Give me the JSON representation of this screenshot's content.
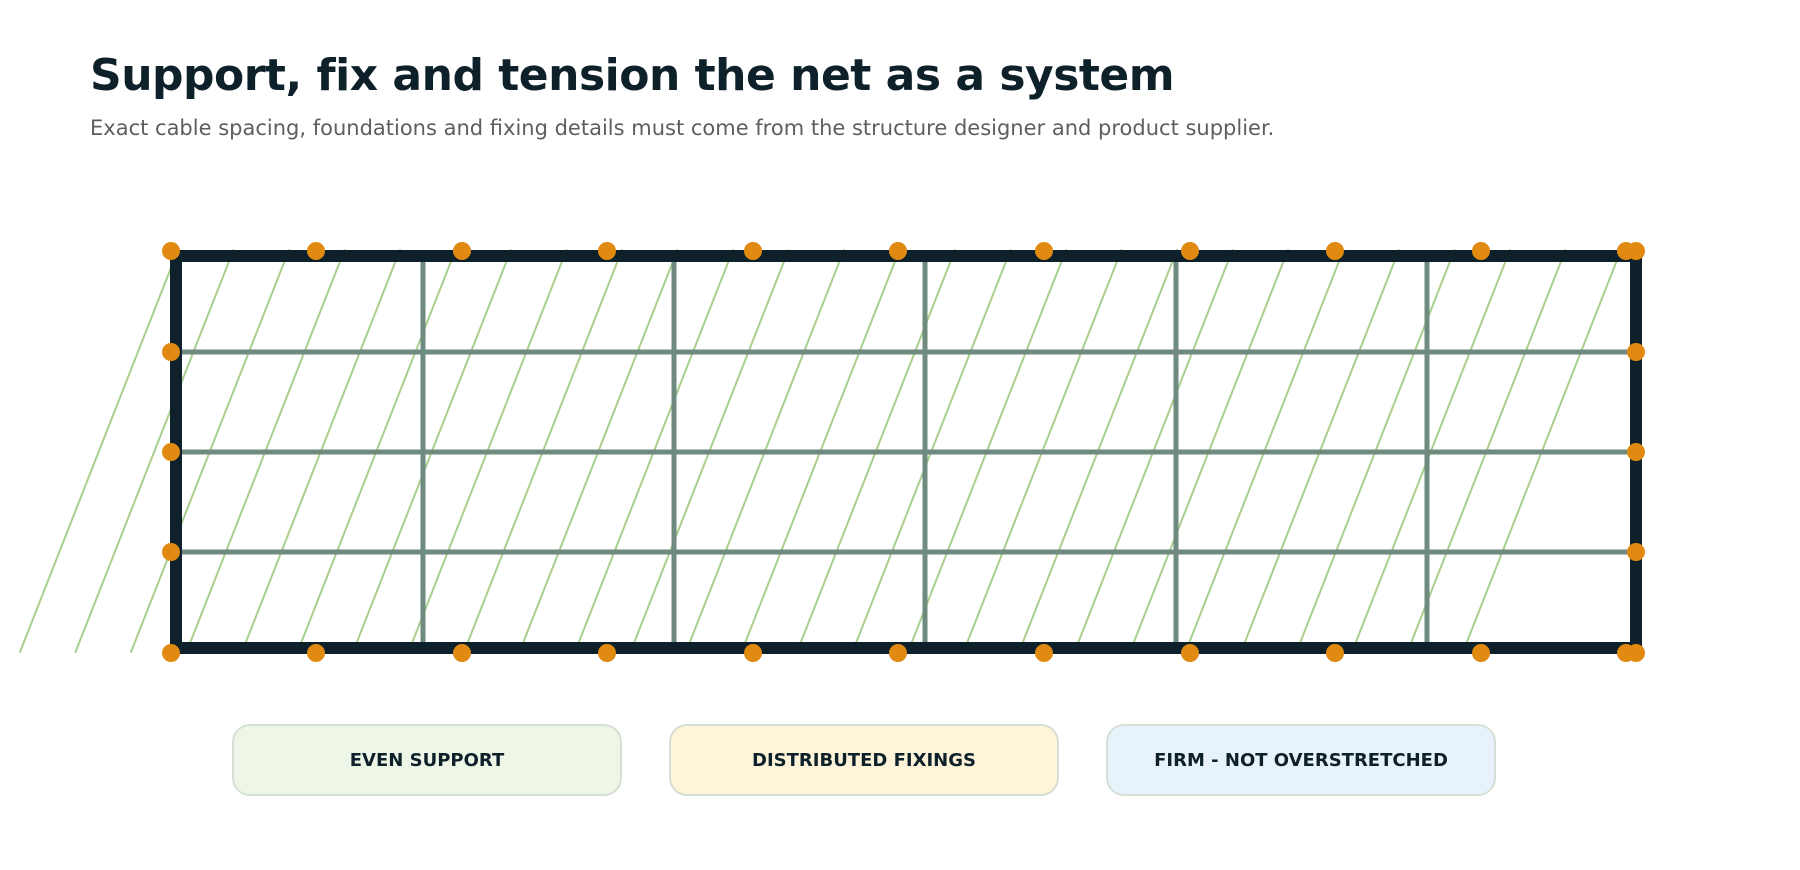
{
  "header": {
    "title": "Support, fix and tension the net as a system",
    "subtitle": "Exact cable spacing, foundations and fixing details must come from the structure designer and product supplier."
  },
  "diagram": {
    "frame_color": "#0e2029",
    "cable_color": "#6f8a7e",
    "net_color": "#a8cf8e",
    "fixing_color": "#e18a12"
  },
  "labels": [
    {
      "text": "EVEN SUPPORT",
      "background": "#eef6e8"
    },
    {
      "text": "DISTRIBUTED FIXINGS",
      "background": "#fdf4da"
    },
    {
      "text": "FIRM - NOT OVERSTRETCHED",
      "background": "#e8f2fb"
    }
  ]
}
